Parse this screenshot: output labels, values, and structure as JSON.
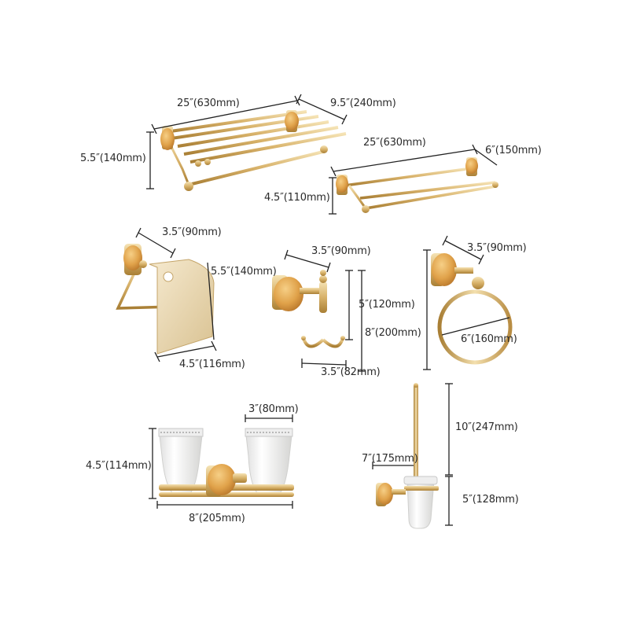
{
  "colors": {
    "gold": "#d8b26a",
    "gold_dark": "#a97f35",
    "jade": "#e0a24a",
    "ceramic": "#f4f4f2",
    "dimension_line": "#222222"
  },
  "products": [
    {
      "name": "towel-shelf",
      "dimensions": [
        "25″(630mm)",
        "9.5″(240mm)",
        "5.5″(140mm)"
      ]
    },
    {
      "name": "double-towel-bar",
      "dimensions": [
        "25″(630mm)",
        "6″(150mm)",
        "4.5″(110mm)"
      ]
    },
    {
      "name": "toilet-paper-holder",
      "dimensions": [
        "3.5″(90mm)",
        "5.5″(140mm)",
        "4.5″(116mm)"
      ]
    },
    {
      "name": "robe-hook",
      "dimensions": [
        "3.5″(90mm)",
        "5″(120mm)",
        "8″(200mm)",
        "3.5″(82mm)"
      ]
    },
    {
      "name": "towel-ring",
      "dimensions": [
        "3.5″(90mm)",
        "6″(160mm)"
      ]
    },
    {
      "name": "double-tumbler-holder",
      "dimensions": [
        "3″(80mm)",
        "4.5″(114mm)",
        "8″(205mm)"
      ]
    },
    {
      "name": "toilet-brush-holder",
      "dimensions": [
        "10″(247mm)",
        "7″(175mm)",
        "5″(128mm)"
      ]
    }
  ]
}
